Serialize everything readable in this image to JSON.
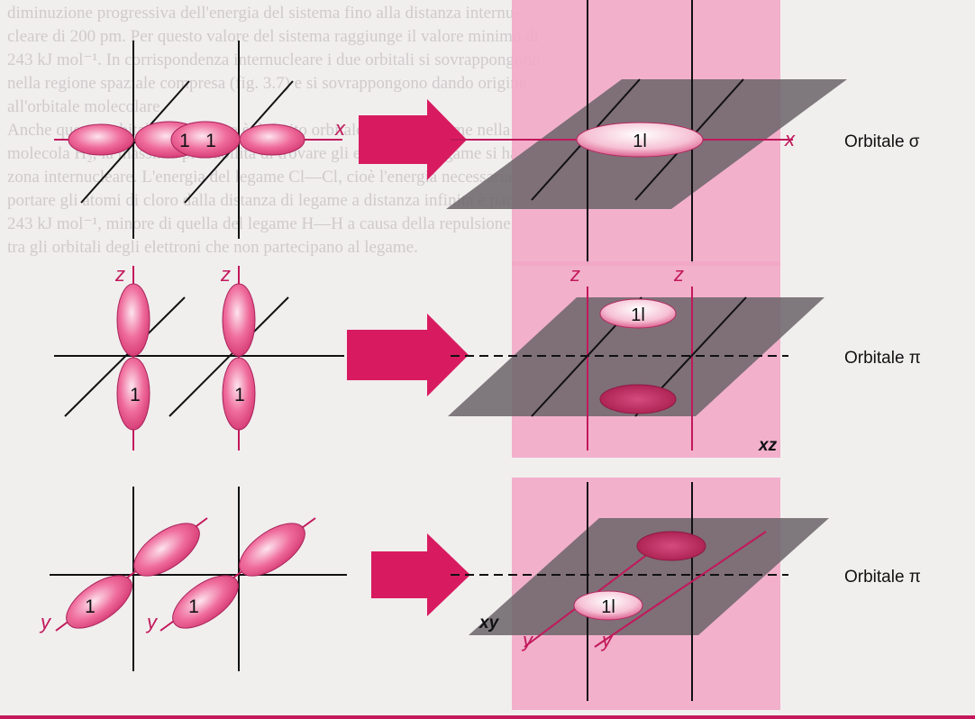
{
  "background_text": [
    "diminuzione progressiva dell'energia del sistema fino alla distanza internu-",
    "cleare di 200 pm. Per questo valore del sistema raggiunge il valore minimo di",
    "243 kJ mol⁻¹. In corrispondenza internucleare i due orbitali si sovrappongono",
    "nella regione spaziale compresa (fig. 3.7) e si sovrappongono dando origine",
    "all'orbitale molecolare.",
    "Anche questo orbitale molecolare è definito orbitale σ perché, come nella",
    "molecola H₂, la massima probabilità di trovare gli elettroni di legame si ha nella",
    "zona internucleare. L'energia del legame Cl—Cl, cioè l'energia necessaria per",
    "portare gli atomi di cloro dalla distanza di legame a distanza infinita è pari a",
    "243 kJ mol⁻¹, minore di quella del legame H—H a causa della repulsione",
    "tra gli orbitali degli elettroni che non partecipano al legame."
  ],
  "rows": [
    {
      "label": "Orbitale σ",
      "axis_left": "x",
      "axis_right": "x",
      "left_electrons": [
        "1",
        "1"
      ],
      "right_electrons": "1l"
    },
    {
      "label": "Orbitale π",
      "axis_z1": "z",
      "axis_z2": "z",
      "plane_label": "xz",
      "left_electrons": [
        "1",
        "1"
      ],
      "right_electrons": "1l"
    },
    {
      "label": "Orbitale π",
      "axis_y1": "y",
      "axis_y2": "y",
      "plane_label": "xy",
      "left_electrons": [
        "1",
        "1"
      ],
      "right_electrons": "1l"
    }
  ],
  "colors": {
    "lobe": "#e8477f",
    "lobe_light": "#f8c0d4",
    "panel": "#f2a9c6",
    "plane": "#6b6468",
    "axis_pink": "#c2185b",
    "arrow": "#d81b60"
  }
}
